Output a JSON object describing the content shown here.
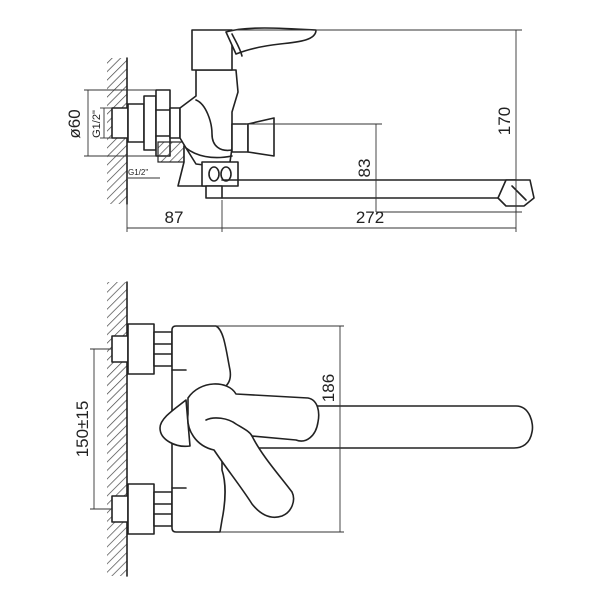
{
  "dimensions": {
    "side_view": {
      "width_87": "87",
      "width_272": "272",
      "height_170": "170",
      "height_83": "83",
      "diameter_60": "ø60",
      "thread_inlet": "G1/2\"",
      "thread_outlet": "G1/2\""
    },
    "front_view": {
      "height_186": "186",
      "spacing": "150±15"
    }
  },
  "colors": {
    "line": "#222222",
    "hatch": "#444444",
    "background": "#ffffff"
  }
}
